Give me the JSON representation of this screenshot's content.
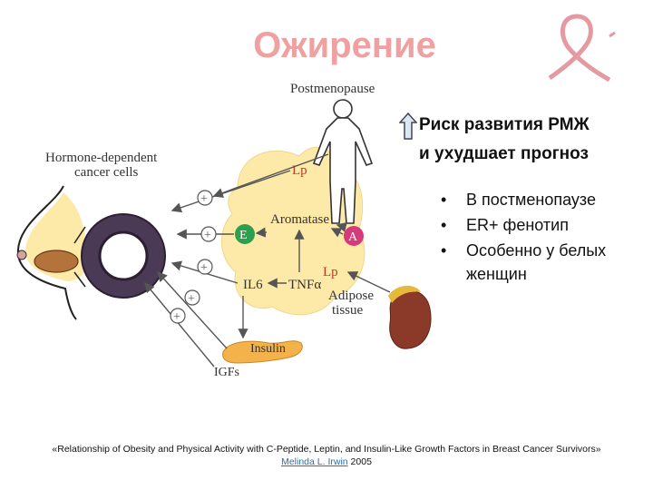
{
  "slide": {
    "title": "Ожирение",
    "risk_line1": "Риск развития РМЖ",
    "risk_line2": "и ухудшает прогноз",
    "bullets": [
      "В постменопаузе",
      "ER+ фенотип",
      "Особенно у белых"
    ],
    "bullet_cont": "женщин",
    "citation_line1": "«Relationship of Obesity and Physical Activity with C-Peptide, Leptin, and Insulin-Like Growth Factors in Breast Cancer Survivors»",
    "citation_author": "Melinda L. Irwin",
    "citation_year": "2005"
  },
  "diagram": {
    "postmenopause": "Postmenopause",
    "cancer_line1": "Hormone-dependent",
    "cancer_line2": "cancer cells",
    "lp_top": "Lp",
    "aromatase": "Aromatase",
    "e_label": "E",
    "a_label": "A",
    "il6": "IL6",
    "tnf": "TNFα",
    "lp_mid": "Lp",
    "adipose_line1": "Adipose",
    "adipose_line2": "tissue",
    "insulin": "Insulin",
    "igfs": "IGFs",
    "plus": "+"
  },
  "colors": {
    "title": "#f0a0a0",
    "adipose": "#fde9a8",
    "e_circle": "#2e9e4f",
    "a_circle": "#d63a7a",
    "arrow": "#555555",
    "red_label": "#c0392b",
    "link": "#2a6fb0"
  }
}
